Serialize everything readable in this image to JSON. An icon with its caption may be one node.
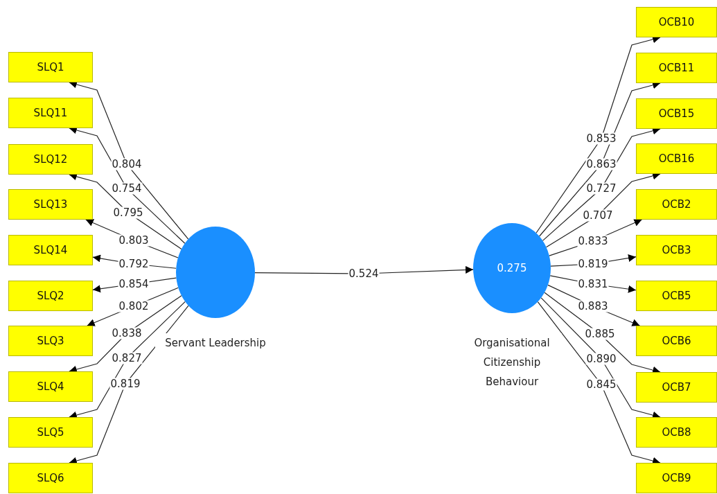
{
  "diagram": {
    "nodes": [
      {
        "text": [
          "SLQ1"
        ]
      },
      {
        "text": [
          "SLQ11"
        ]
      },
      {
        "text": [
          "SLQ12"
        ]
      },
      {
        "text": [
          "SLQ13"
        ]
      },
      {
        "text": [
          "SLQ14"
        ]
      },
      {
        "text": [
          "SLQ2"
        ]
      },
      {
        "text": [
          "SLQ3"
        ]
      },
      {
        "text": [
          "SLQ4"
        ]
      },
      {
        "text": [
          "SLQ5"
        ]
      },
      {
        "text": [
          "SLQ6"
        ]
      },
      {
        "text": [
          "Servant Leadership"
        ]
      },
      {
        "text": [
          "0.275",
          "Organisational Citizenship Behaviour"
        ]
      },
      {
        "text": [
          "OCB10"
        ]
      },
      {
        "text": [
          "OCB11"
        ]
      },
      {
        "text": [
          "OCB15"
        ]
      },
      {
        "text": [
          "OCB16"
        ]
      },
      {
        "text": [
          "OCB2"
        ]
      },
      {
        "text": [
          "OCB3"
        ]
      },
      {
        "text": [
          "OCB5"
        ]
      },
      {
        "text": [
          "OCB6"
        ]
      },
      {
        "text": [
          "OCB7"
        ]
      },
      {
        "text": [
          "OCB8"
        ]
      },
      {
        "text": [
          "OCB9"
        ]
      }
    ],
    "edges": [
      {
        "from": 10,
        "to": 0,
        "arrow": "to",
        "label": "0.804"
      },
      {
        "from": 10,
        "to": 1,
        "arrow": "to",
        "label": "0.754"
      },
      {
        "from": 10,
        "to": 2,
        "arrow": "to",
        "label": "0.795"
      },
      {
        "from": 10,
        "to": 3,
        "arrow": "to",
        "label": "0.803"
      },
      {
        "from": 10,
        "to": 4,
        "arrow": "to",
        "label": "0.792"
      },
      {
        "from": 10,
        "to": 5,
        "arrow": "to",
        "label": "0.854"
      },
      {
        "from": 10,
        "to": 6,
        "arrow": "to",
        "label": "0.802"
      },
      {
        "from": 10,
        "to": 7,
        "arrow": "to",
        "label": "0.838"
      },
      {
        "from": 10,
        "to": 8,
        "arrow": "to",
        "label": "0.827"
      },
      {
        "from": 10,
        "to": 9,
        "arrow": "to",
        "label": "0.819"
      },
      {
        "from": 10,
        "to": 11,
        "arrow": "to",
        "label": "0.524"
      },
      {
        "from": 11,
        "to": 12,
        "arrow": "to",
        "label": "0.853"
      },
      {
        "from": 11,
        "to": 13,
        "arrow": "to",
        "label": "0.863"
      },
      {
        "from": 11,
        "to": 14,
        "arrow": "to",
        "label": "0.727"
      },
      {
        "from": 11,
        "to": 15,
        "arrow": "to",
        "label": "0.707"
      },
      {
        "from": 11,
        "to": 16,
        "arrow": "to",
        "label": "0.833"
      },
      {
        "from": 11,
        "to": 17,
        "arrow": "to",
        "label": "0.819"
      },
      {
        "from": 11,
        "to": 18,
        "arrow": "to",
        "label": "0.831"
      },
      {
        "from": 11,
        "to": 19,
        "arrow": "to",
        "label": "0.883"
      },
      {
        "from": 11,
        "to": 20,
        "arrow": "to",
        "label": "0.885"
      },
      {
        "from": 11,
        "to": 21,
        "arrow": "to",
        "label": "0.890"
      },
      {
        "from": 11,
        "to": 22,
        "arrow": "to",
        "label": "0.845"
      }
    ]
  }
}
